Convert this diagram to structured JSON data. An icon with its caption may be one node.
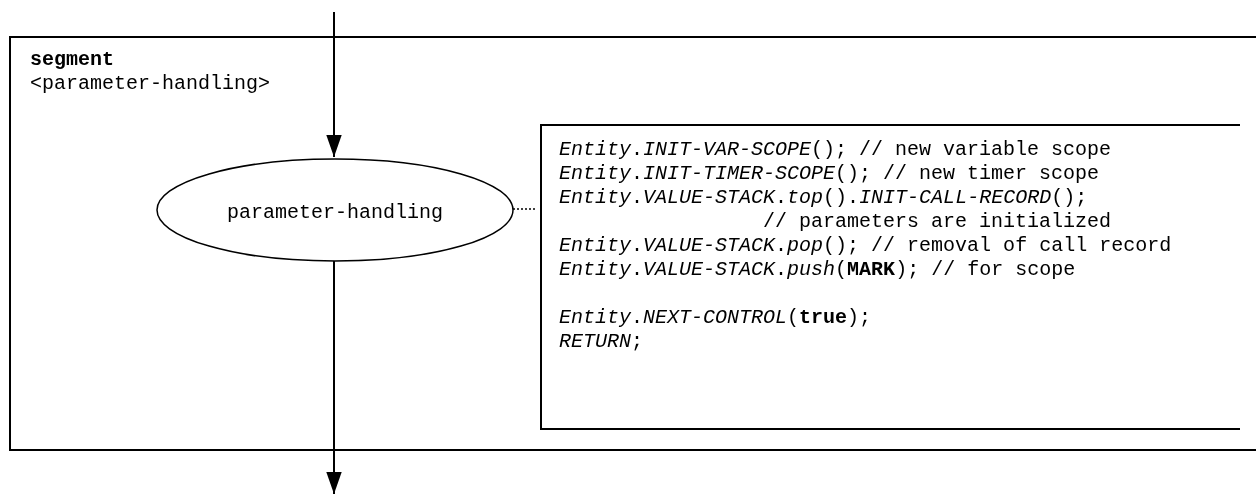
{
  "diagram": {
    "nodes": [
      {
        "text": [
          "segment",
          "<parameter-handling>"
        ]
      },
      {
        "text": [
          "parameter-handling"
        ],
        "in": 0
      },
      {
        "text": [
          "*Entity*.*INIT-VAR-SCOPE*(); // new variable scope",
          "*Entity*.*INIT-TIMER-SCOPE*(); // new timer scope",
          "*Entity*.*VALUE-STACK*.*top*().*INIT-CALL-RECORD*();",
          "// parameters are initialized",
          "*Entity*.*VALUE-STACK*.*pop*(); // removal of call record",
          "*Entity*.*VALUE-STACK*.*push*(**MARK**); // for scope",
          "*Entity*.*NEXT-CONTROL*(**true**);",
          "*RETURN*;"
        ],
        "in": 0
      }
    ],
    "edges": [
      {
        "from": null,
        "to": 1,
        "arrow": "to"
      },
      {
        "from": 1,
        "to": null,
        "arrow": "to"
      },
      {
        "from": 1,
        "to": 2,
        "arrow": "none",
        "style": "dashed"
      }
    ]
  }
}
